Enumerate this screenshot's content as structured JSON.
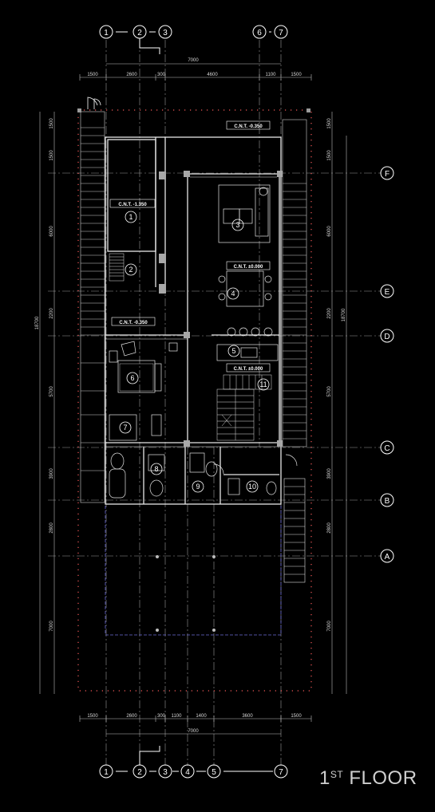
{
  "title": {
    "num": "1",
    "sup": "ST",
    "text": "FLOOR"
  },
  "grid": {
    "columns_top": [
      "1",
      "2",
      "3",
      "6",
      "7"
    ],
    "columns_bottom": [
      "1",
      "2",
      "3",
      "4",
      "5",
      "7"
    ],
    "rows": [
      "F",
      "E",
      "D",
      "C",
      "B",
      "A"
    ]
  },
  "dims": {
    "top_total": "7000",
    "top": [
      "1500",
      "2600",
      "300",
      "4600",
      "1100",
      "1500"
    ],
    "bottom": [
      "1500",
      "2600",
      "300",
      "1100",
      "1400",
      "3600",
      "1500"
    ],
    "bottom_total": "7000",
    "left_total": "18700",
    "left": [
      "1500",
      "1500",
      "6000",
      "2200",
      "5700",
      "3900",
      "2800",
      "7000"
    ],
    "right_total": "18700",
    "right": [
      "1500",
      "1500",
      "6000",
      "2200",
      "5700",
      "3900",
      "2800",
      "7000"
    ]
  },
  "levels": [
    "C.N.T. -0.350",
    "C.N.T. -1.350",
    "C.N.T. ±0.000",
    "C.N.T. -0.350",
    "C.N.T. ±0.000"
  ],
  "rooms": [
    "1",
    "2",
    "3",
    "4",
    "5",
    "6",
    "7",
    "8",
    "9",
    "10",
    "11"
  ],
  "colors": {
    "background": "#000000",
    "boundary": "#ff3333",
    "wall": "#e6e6e6",
    "parking": "#6b6bd6"
  }
}
